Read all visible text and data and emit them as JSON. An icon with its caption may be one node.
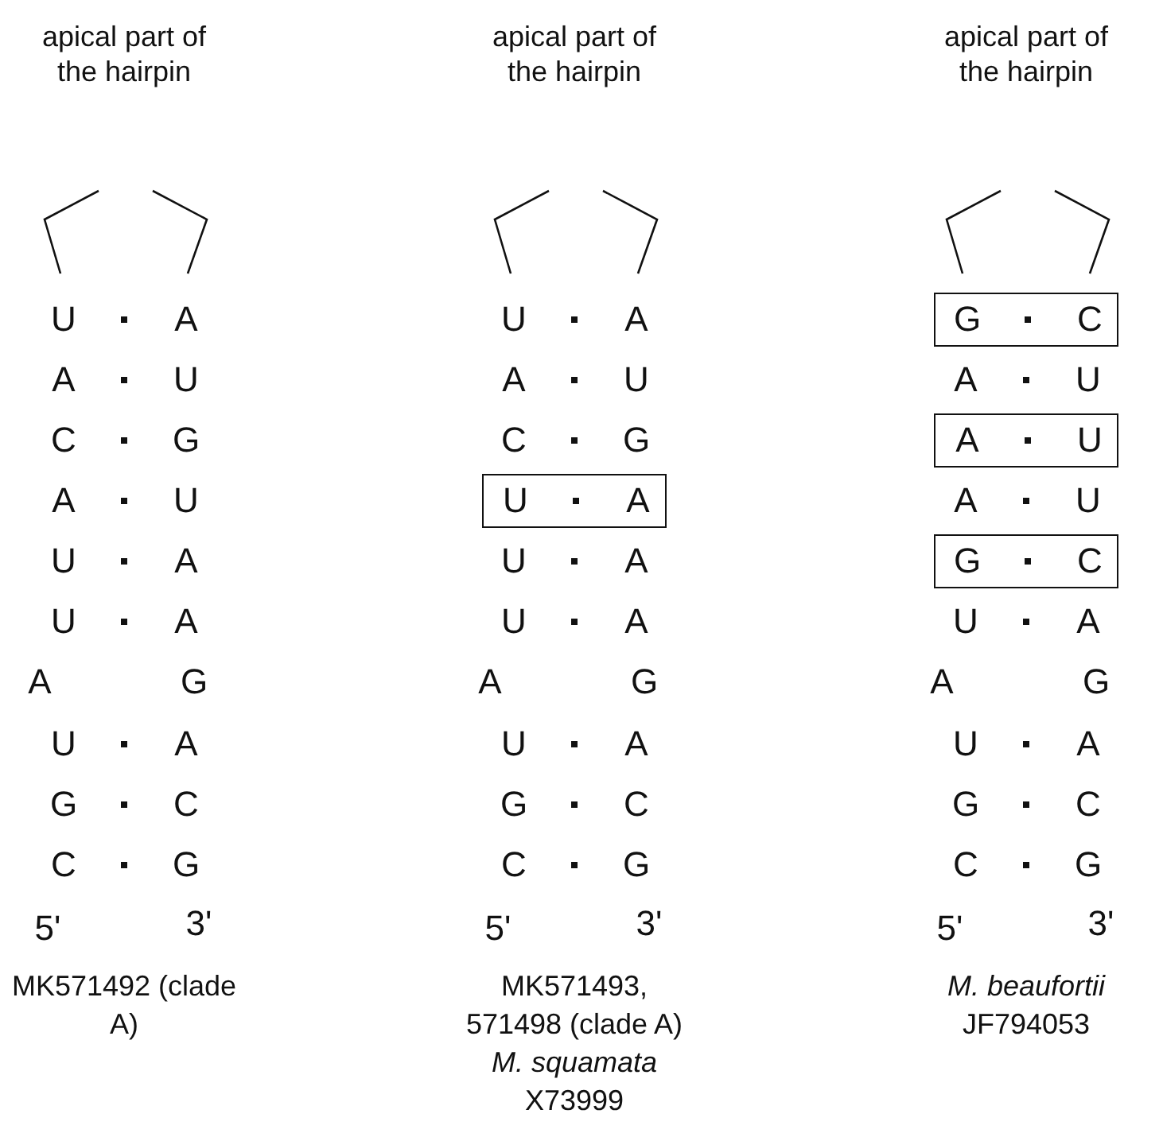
{
  "diagram": {
    "nodes": [
      {
        "text": [
          "U",
          "A"
        ]
      },
      {
        "text": [
          "G",
          "C"
        ]
      },
      {
        "text": [
          "A",
          "U"
        ]
      },
      {
        "text": [
          "G",
          "C"
        ]
      }
    ],
    "labels": [
      "apical part of the hairpin",
      "U",
      "A",
      "A",
      "U",
      "C",
      "G",
      "A",
      "U",
      "U",
      "A",
      "U",
      "A",
      "A",
      "G",
      "U",
      "A",
      "G",
      "C",
      "C",
      "G",
      "5'",
      "3'",
      "MK571492 (clade A)",
      "apical part of the hairpin",
      "U",
      "A",
      "A",
      "U",
      "C",
      "G",
      "U",
      "A",
      "U",
      "A",
      "A",
      "G",
      "U",
      "A",
      "G",
      "C",
      "C",
      "G",
      "5'",
      "3'",
      "MK571493, 571498 (clade A)",
      "M. squamata",
      "X73999",
      "apical part of the hairpin",
      "A",
      "U",
      "A",
      "U",
      "U",
      "A",
      "A",
      "G",
      "U",
      "A",
      "G",
      "C",
      "C",
      "G",
      "5'",
      "3'",
      "M. beaufortii",
      "JF794053"
    ]
  }
}
